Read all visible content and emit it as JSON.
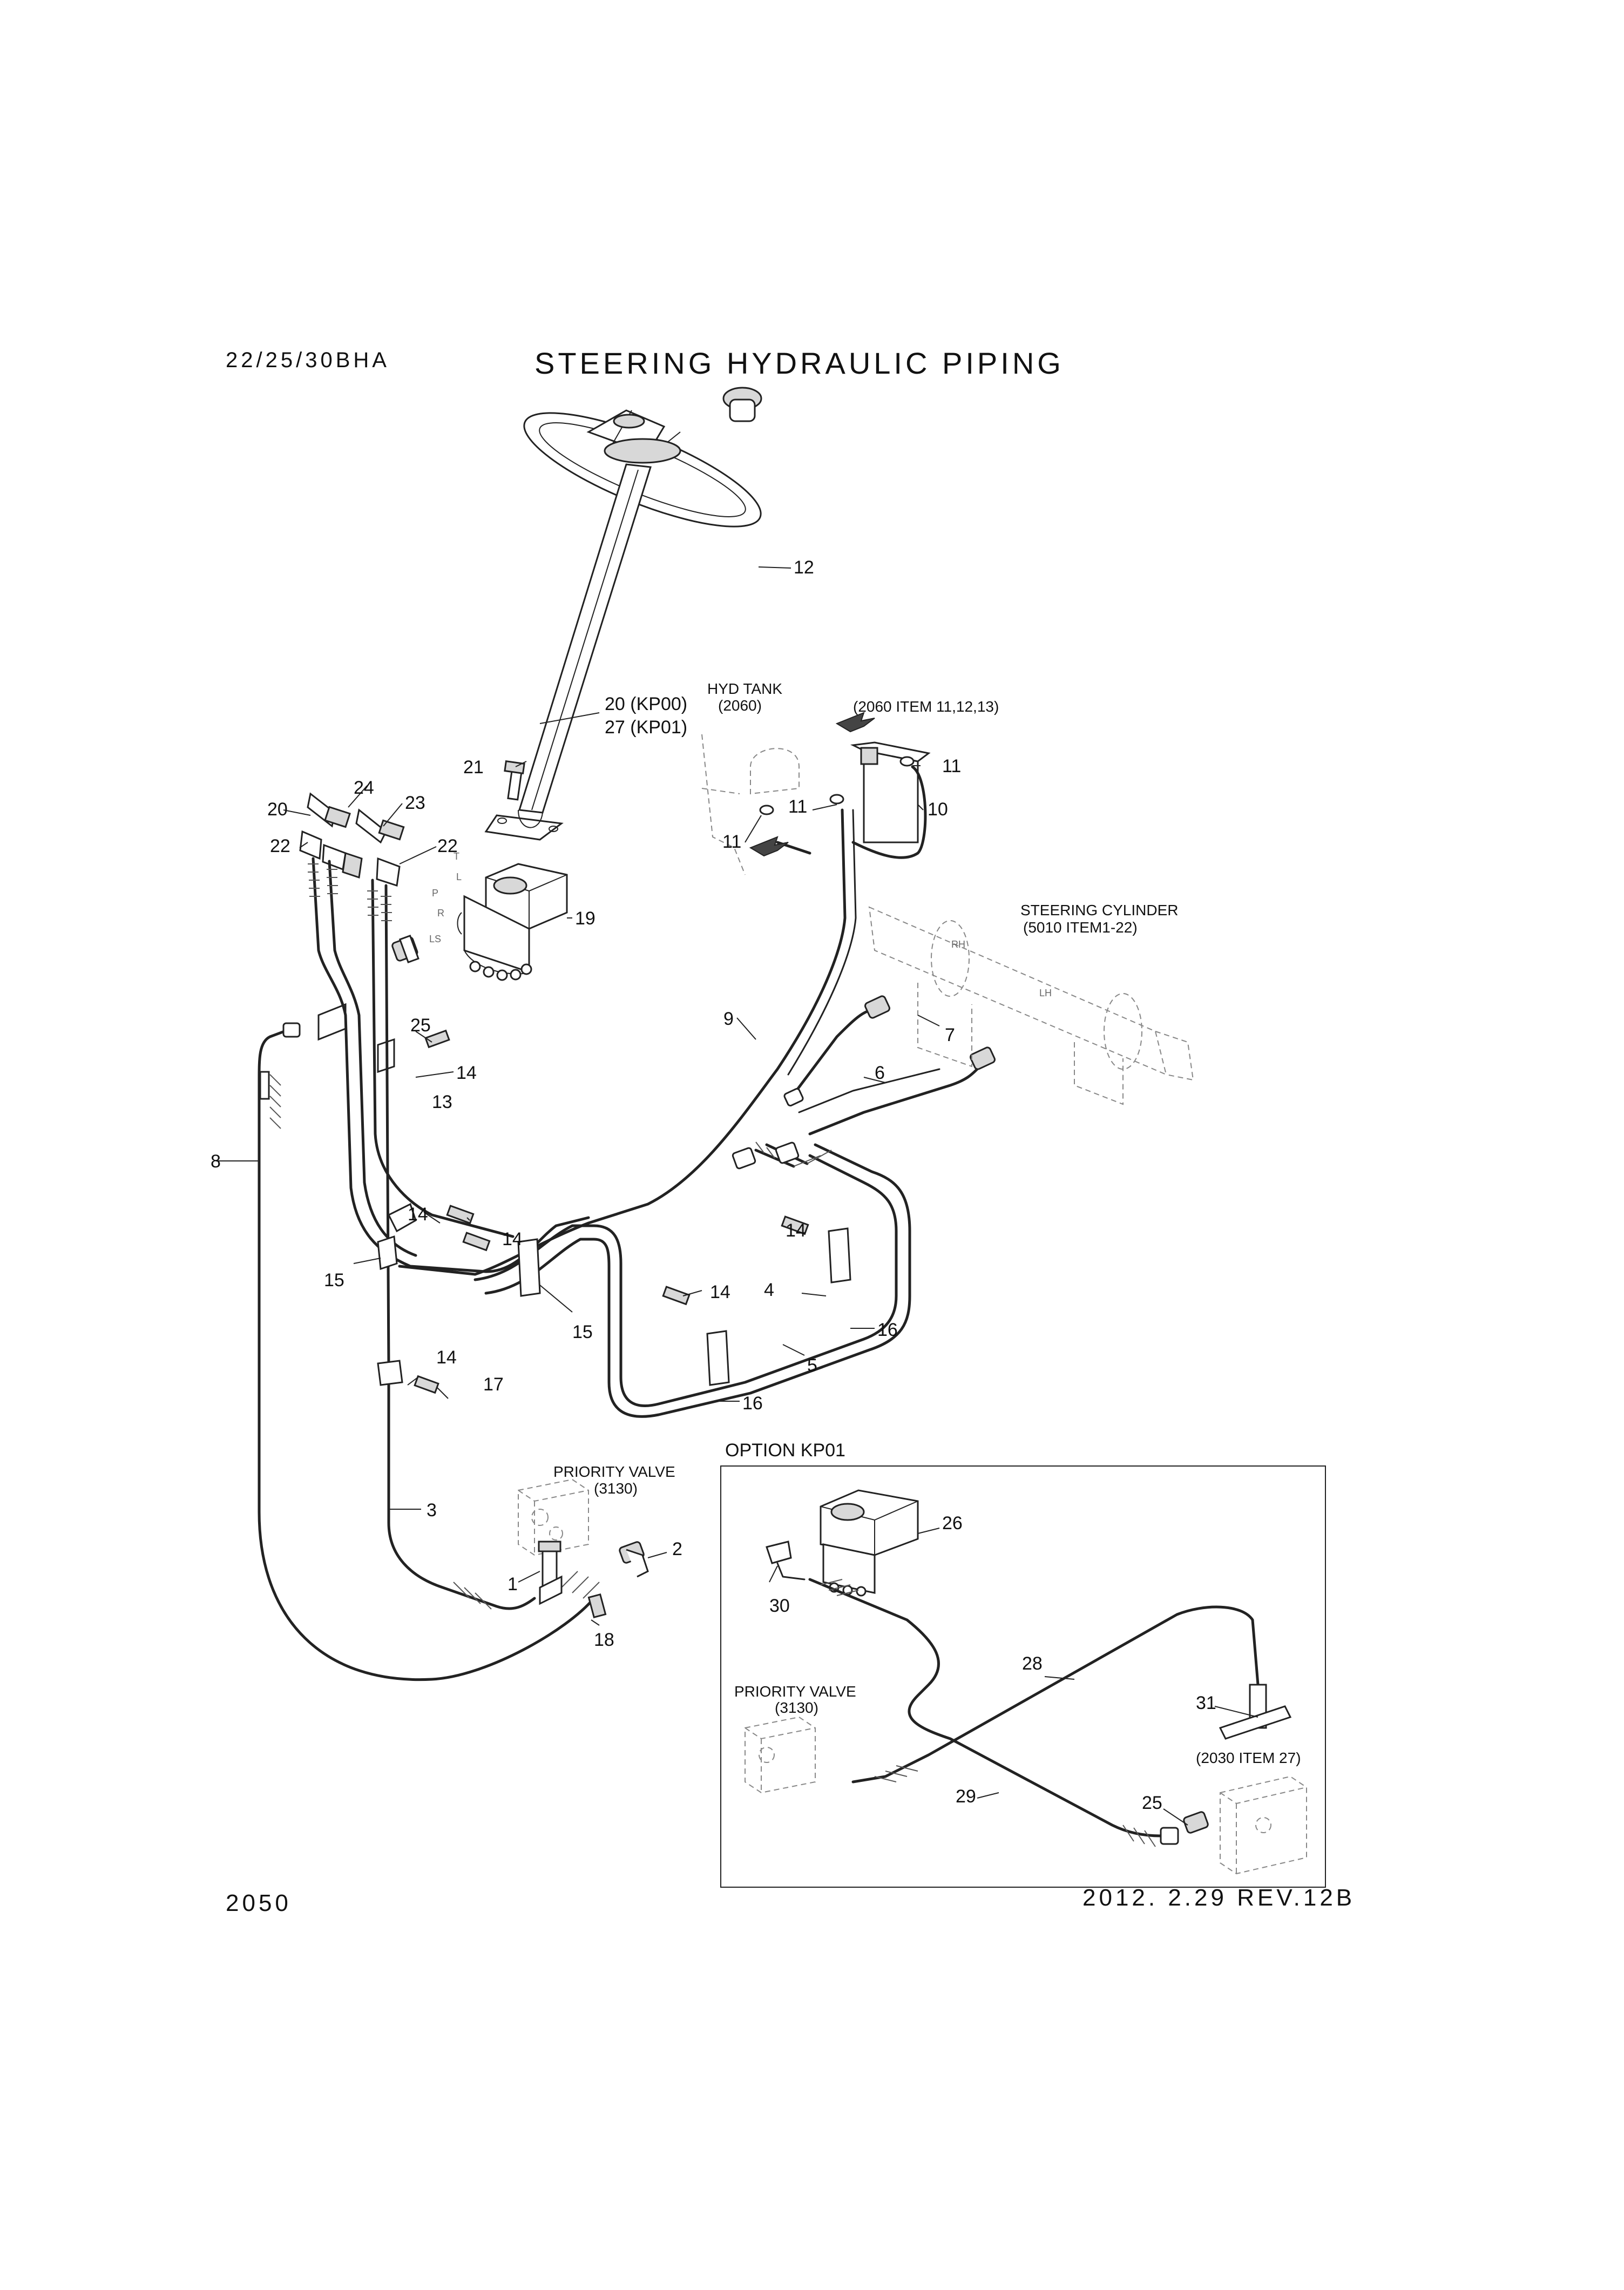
{
  "header": {
    "model_code": "22/25/30BHA",
    "title": "STEERING HYDRAULIC PIPING"
  },
  "footer": {
    "page_number": "2050",
    "revision": "2012. 2.29  REV.12B"
  },
  "references": {
    "hyd_tank": {
      "label": "HYD TANK",
      "ref": "(2060)"
    },
    "tank_items": "(2060 ITEM 11,12,13)",
    "steering_cylinder": {
      "label": "STEERING CYLINDER",
      "ref": "(5010 ITEM1-22)"
    },
    "priority_valve": {
      "label": "PRIORITY VALVE",
      "ref": "(3130)"
    },
    "option_box_title": "OPTION KP01",
    "option_priority_valve": {
      "label": "PRIORITY VALVE",
      "ref": "(3130)"
    },
    "option_item_ref": "(2030 ITEM 27)"
  },
  "port_labels": {
    "t": "T",
    "l": "L",
    "p": "P",
    "r": "R",
    "ls": "LS",
    "rh": "RH",
    "lh": "LH"
  },
  "callouts": {
    "c1": "1",
    "c2": "2",
    "c3": "3",
    "c4": "4",
    "c5": "5",
    "c6": "6",
    "c7": "7",
    "c8": "8",
    "c9": "9",
    "c10": "10",
    "c11a": "11",
    "c11b": "11",
    "c11c": "11",
    "c12": "12",
    "c13": "13",
    "c14a": "14",
    "c14b": "14",
    "c14c": "14",
    "c14d": "14",
    "c14e": "14",
    "c14f": "14",
    "c15a": "15",
    "c15b": "15",
    "c16a": "16",
    "c16b": "16",
    "c17": "17",
    "c18": "18",
    "c19": "19",
    "c20_kp00": "20 (KP00)",
    "c27_kp01": "27 (KP01)",
    "c20": "20",
    "c21": "21",
    "c22a": "22",
    "c22b": "22",
    "c23": "23",
    "c24": "24",
    "c25": "25",
    "c26": "26",
    "c28": "28",
    "c29": "29",
    "c30": "30",
    "c31": "31",
    "c25_opt": "25"
  }
}
